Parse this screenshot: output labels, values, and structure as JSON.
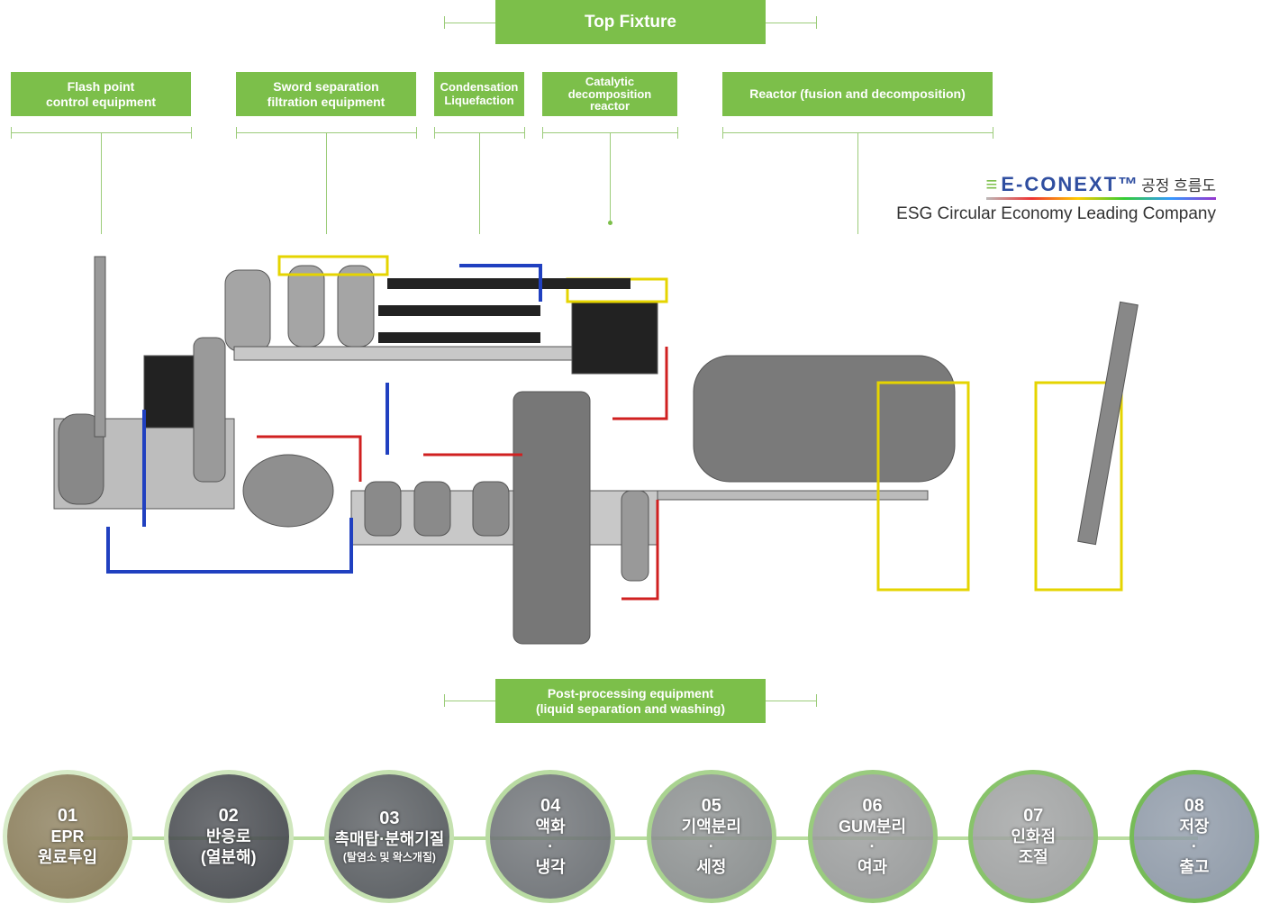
{
  "top_fixture": "Top Fixture",
  "labels": [
    {
      "text": "Flash point\ncontrol equipment"
    },
    {
      "text": "Sword separation\nfiltration equipment"
    },
    {
      "text": "Condensation\nLiquefaction"
    },
    {
      "text": "Catalytic\ndecomposition\nreactor"
    },
    {
      "text": "Reactor (fusion and decomposition)"
    }
  ],
  "post_processing": "Post-processing equipment\n(liquid separation and washing)",
  "brand": {
    "logo": "E-CONEXT™",
    "title": "공정 흐름도",
    "tagline": "ESG Circular Economy Leading Company"
  },
  "steps": [
    {
      "num": "01",
      "title": "EPR\n원료투입",
      "sub": ""
    },
    {
      "num": "02",
      "title": "반응로\n(열분해)",
      "sub": ""
    },
    {
      "num": "03",
      "title": "촉매탑·분해기질",
      "sub": "(탈염소 및 왁스개질)"
    },
    {
      "num": "04",
      "title": "액화\n·\n냉각",
      "sub": ""
    },
    {
      "num": "05",
      "title": "기액분리\n·\n세정",
      "sub": ""
    },
    {
      "num": "06",
      "title": "GUM분리\n·\n여과",
      "sub": ""
    },
    {
      "num": "07",
      "title": "인화점\n조절",
      "sub": ""
    },
    {
      "num": "08",
      "title": "저장\n·\n출고",
      "sub": ""
    }
  ],
  "colors": {
    "accent": "#7cbf4a",
    "line": "#9ccc7a",
    "logo_blue": "#2f4ea0"
  }
}
